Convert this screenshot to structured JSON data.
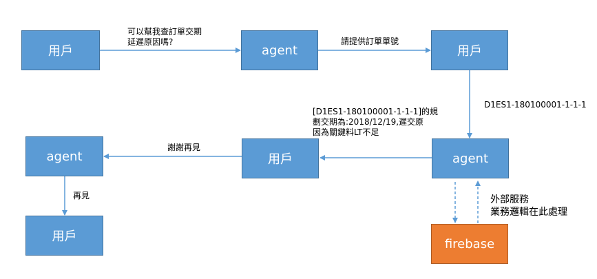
{
  "nodes": {
    "user_1": "用戶",
    "agent_1": "agent",
    "user_2": "用戶",
    "agent_2": "agent",
    "user_3": "用戶",
    "agent_3": "agent",
    "user_4": "用戶",
    "firebase": "firebase"
  },
  "edges": {
    "user1_to_agent1": "可以幫我查訂單交期\n延遲原因嗎?",
    "agent1_to_user2": "請提供訂單單號",
    "user2_to_agent2": "D1ES1-180100001-1-1-1",
    "agent2_to_user3": "[D1ES1-180100001-1-1-1]的規\n劃交期為:2018/12/19,遲交原\n因為關鍵料LT不足",
    "user3_to_agent3": "謝謝再見",
    "agent3_to_user4": "再見",
    "external_service": "外部服務\n業務邏輯在此處理"
  },
  "colors": {
    "node_blue": "#5b9bd5",
    "node_orange": "#ed7d31",
    "arrow": "#5b9bd5"
  }
}
